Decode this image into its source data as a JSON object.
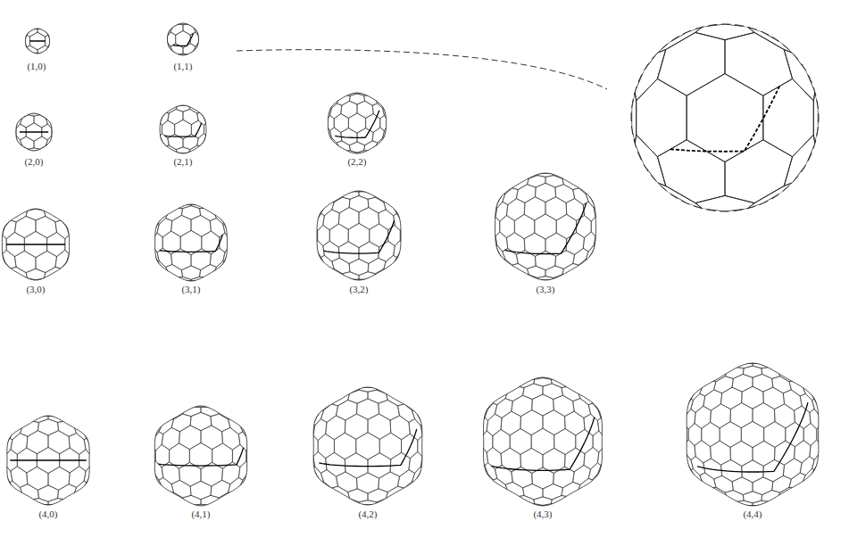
{
  "diagram": {
    "labels": [
      "(1,0)",
      "(1,1)",
      "(2,0)",
      "(2,1)",
      "(2,2)",
      "(3,0)",
      "(3,1)",
      "(3,2)",
      "(3,3)",
      "(4,0)",
      "(4,1)",
      "(4,2)",
      "(4,3)",
      "(4,4)"
    ]
  }
}
